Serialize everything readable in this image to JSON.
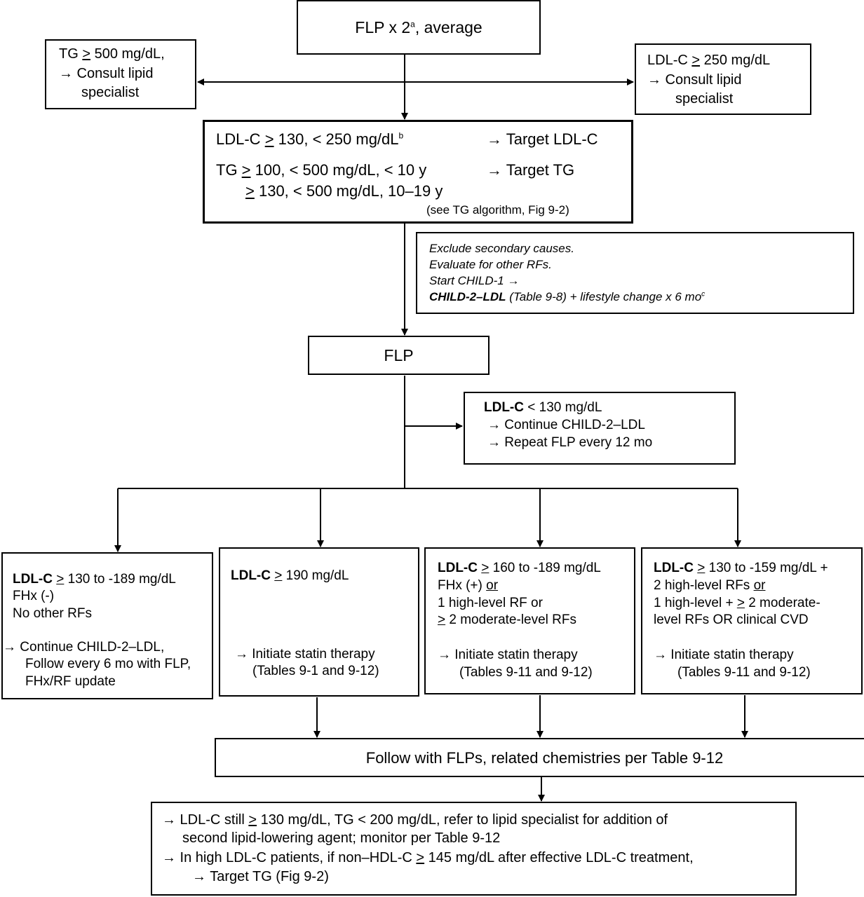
{
  "top": {
    "main": "FLP x 2",
    "sup": "a",
    "rest": ", average"
  },
  "tg_high": {
    "l1a": "TG ",
    "ge": ">",
    "l1b": " 500 mg/dL,",
    "l2": "→ Consult lipid",
    "l3": "specialist"
  },
  "ldl_high": {
    "l1a": "LDL-C ",
    "ge": ">",
    "l1b": " 250 mg/dL",
    "l2": "→  Consult lipid",
    "l3": "specialist"
  },
  "center": {
    "r1a": "LDL-C ",
    "ge": ">",
    "r1b": " 130, < 250 mg/dL",
    "r1sup": "b",
    "r1t": "→ Target LDL-C",
    "r2a": "TG ",
    "r2b": " 100, < 500 mg/dL, < 10 y",
    "r2t": "→ Target TG",
    "r3b": " 130, < 500 mg/dL, 10–19 y",
    "r4": "(see TG algorithm, Fig 9-2)"
  },
  "secondary": {
    "l1": "Exclude secondary causes.",
    "l2": "Evaluate for other RFs.",
    "l3": "Start CHILD-1 →",
    "l4a": "CHILD-2–LDL",
    "l4b": "  (Table 9-8)  + lifestyle change x 6 mo",
    "l4sup": "c"
  },
  "flp": "FLP",
  "ldl_low": {
    "bold": "LDL-C",
    "l1": " < 130 mg/dL",
    "l2": "→ Continue CHILD-2–LDL",
    "l3": "→ Repeat FLP every 12 mo"
  },
  "case1": {
    "bold": "LDL-C",
    "ge": ">",
    "l1": " 130 to -189 mg/dL",
    "l2": "FHx (-)",
    "l3": "No other RFs",
    "l4": "→  Continue CHILD-2–LDL,",
    "l5": "Follow every 6 mo with FLP,",
    "l6": "FHx/RF update"
  },
  "case2": {
    "bold": "LDL-C",
    "ge": ">",
    "l1": " 190 mg/dL",
    "l2": "→  Initiate statin therapy",
    "l3": "(Tables 9-1 and 9-12)"
  },
  "case3": {
    "bold": "LDL-C",
    "ge": ">",
    "l1": " 160 to -189 mg/dL",
    "l2a": "FHx (+) ",
    "l2b": "or",
    "l3": "1 high-level RF or",
    "l4b": " 2 moderate-level RFs",
    "l5": "→  Initiate statin therapy",
    "l6": "(Tables 9-11 and 9-12)"
  },
  "case4": {
    "bold": "LDL-C",
    "ge": ">",
    "l1": " 130 to -159 mg/dL +",
    "l2a": "2 high-level RFs ",
    "l2b": "or",
    "l3a": "1 high-level + ",
    "l3b": " 2 moderate-",
    "l4": "level RFs OR clinical CVD",
    "l5": "→  Initiate statin therapy",
    "l6": "(Tables 9-11 and 9-12)"
  },
  "follow": "Follow with FLPs, related chemistries per Table 9-12",
  "final": {
    "l1a": "→ LDL-C still ",
    "ge": ">",
    "l1b": " 130 mg/dL, TG < 200 mg/dL, refer to lipid specialist for addition of",
    "l2": "second lipid-lowering agent; monitor per Table 9-12",
    "l3a": "→ In high LDL-C patients, if non–HDL-C ",
    "l3b": " 145 mg/dL after effective LDL-C treatment,",
    "l4": "→ Target TG (Fig 9-2)"
  }
}
